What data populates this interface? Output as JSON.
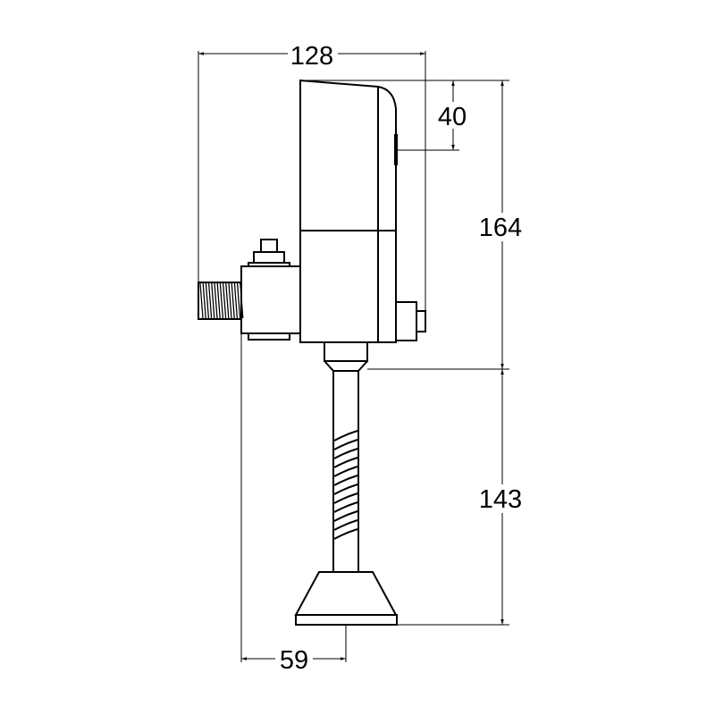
{
  "title": "Automatic urinal flush valve dimension drawing",
  "dimensions": {
    "overall_width": "128",
    "sensor_offset": "40",
    "body_height": "164",
    "pipe_length": "143",
    "base_offset": "59"
  },
  "colors": {
    "line": "#000000",
    "background": "#ffffff"
  }
}
